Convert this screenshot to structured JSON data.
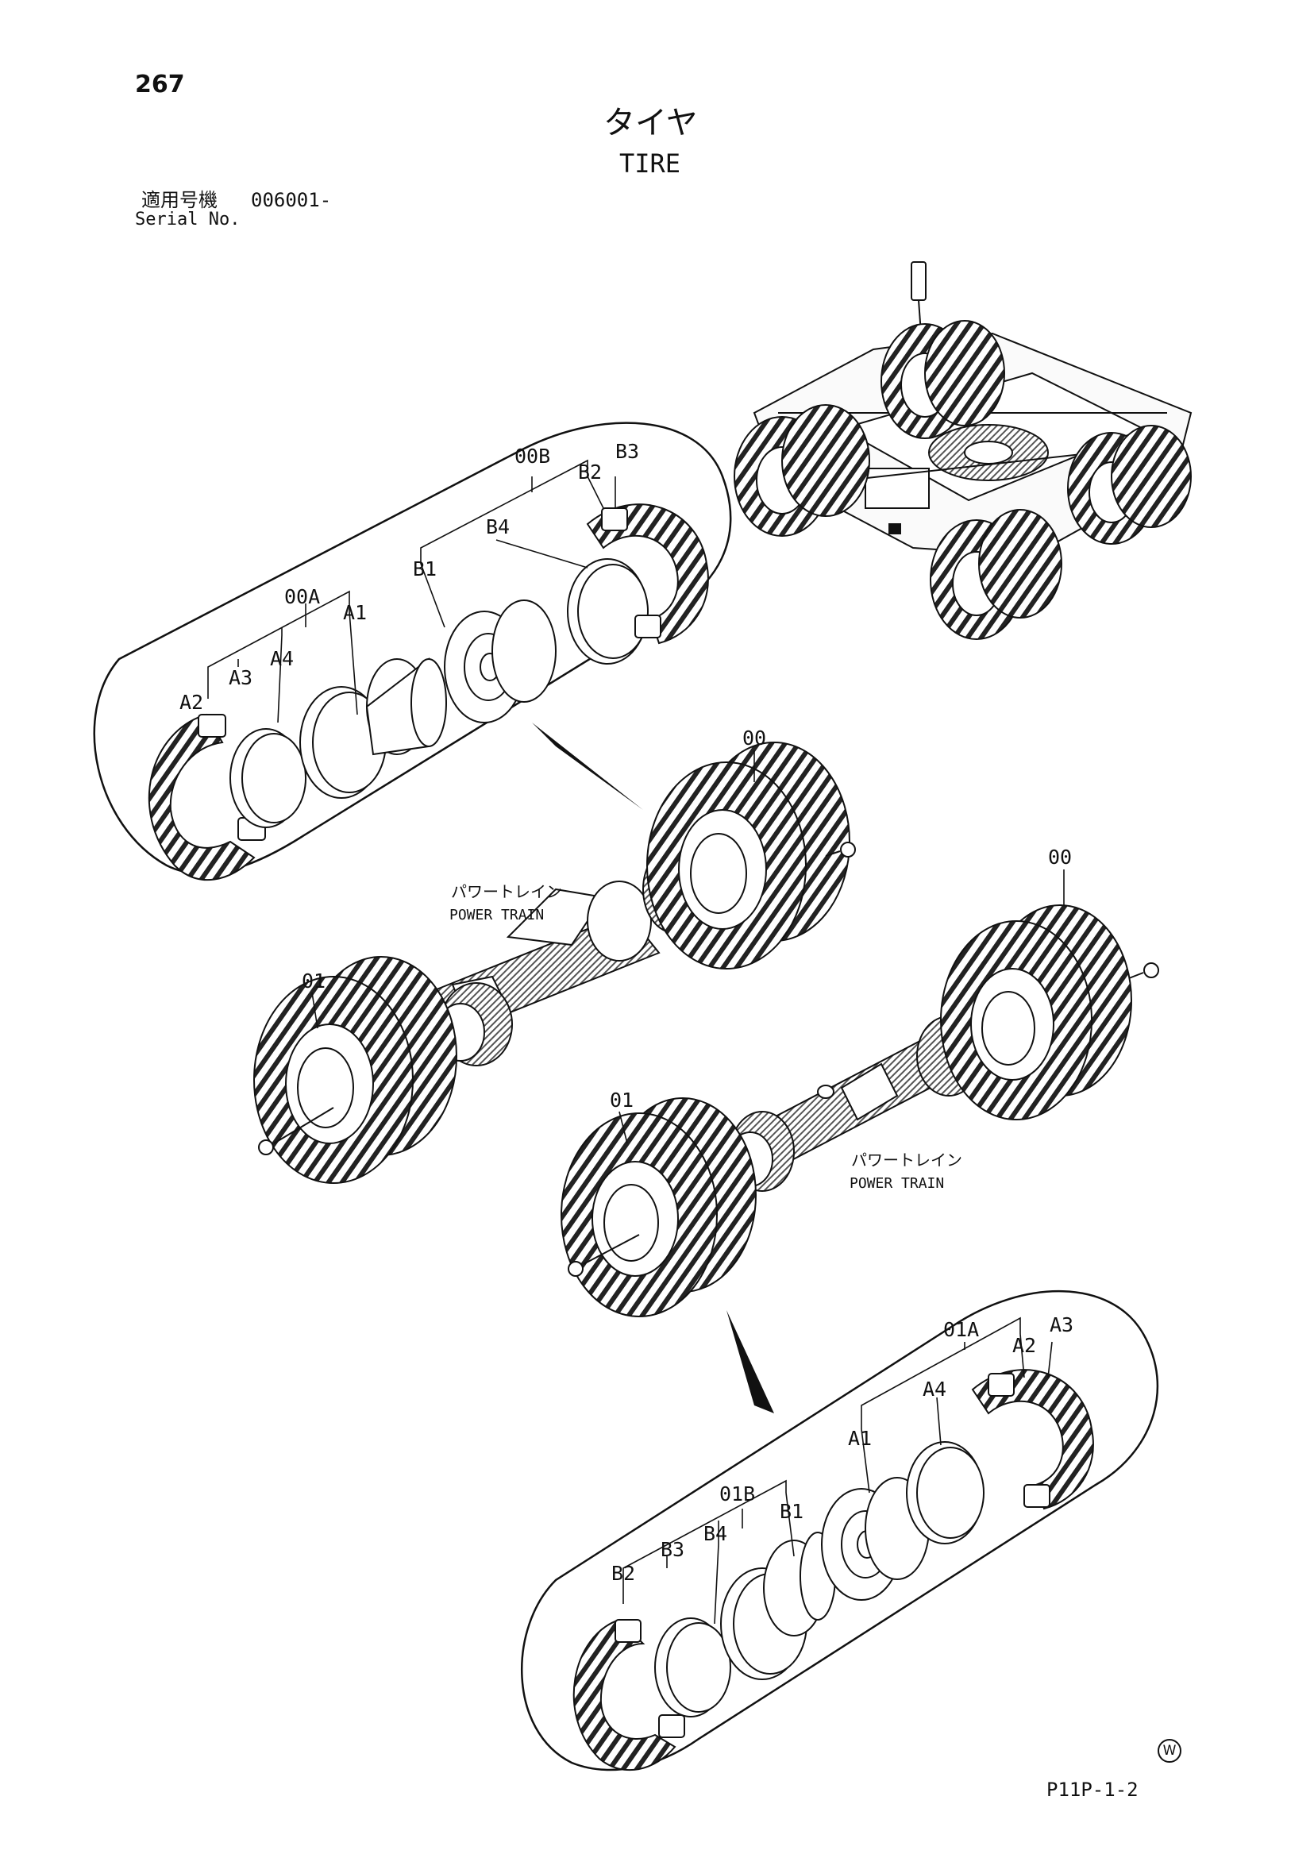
{
  "page_number": "267",
  "title_jp": "タイヤ",
  "title_en": "TIRE",
  "serial": {
    "label_jp": "適用号機",
    "value": "006001-",
    "label_en": "Serial No."
  },
  "figure_code": "P11P-1-2",
  "mark": "W",
  "labels": {
    "00A": "00A",
    "00B": "00B",
    "01A": "01A",
    "01B": "01B",
    "00": "00",
    "01": "01",
    "A1": "A1",
    "A2": "A2",
    "A3": "A3",
    "A4": "A4",
    "B1": "B1",
    "B2": "B2",
    "B3": "B3",
    "B4": "B4"
  },
  "power_train": {
    "jp": "パワートレイン",
    "en": "POWER TRAIN"
  }
}
